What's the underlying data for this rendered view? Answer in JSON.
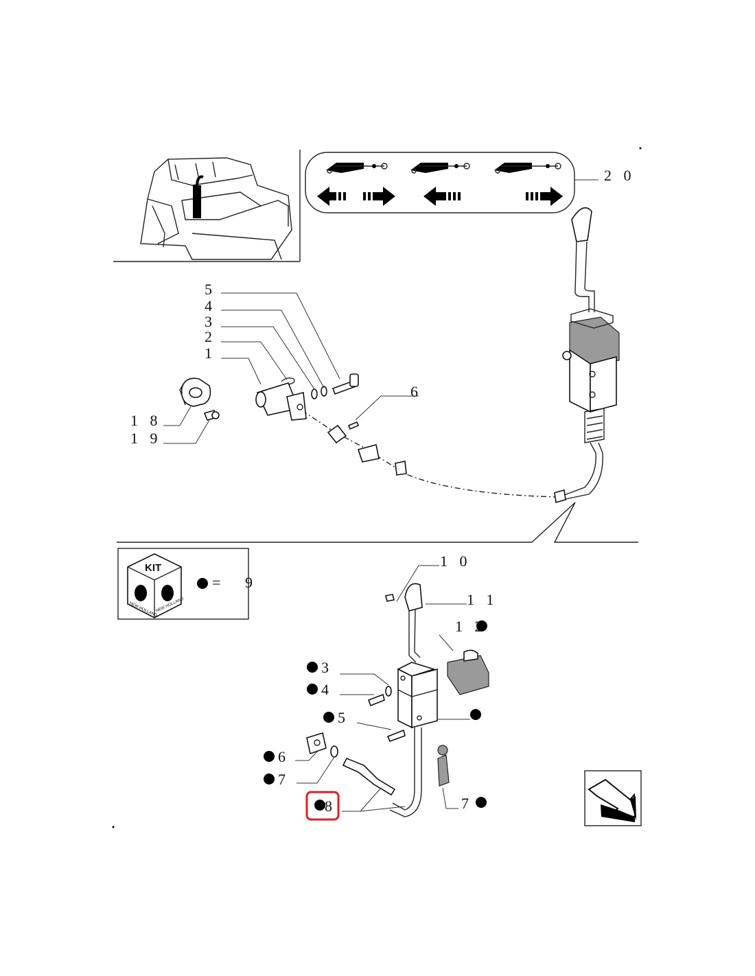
{
  "top_callouts": {
    "c1": "1",
    "c2": "2",
    "c3": "3",
    "c4": "4",
    "c5": "5",
    "c6": "6",
    "c18": "1 8",
    "c19": "1 9",
    "c20": "2 0"
  },
  "kit_box": {
    "badge": "KIT",
    "brand": "NEW HOLLAND",
    "equals": "=",
    "ref": "9"
  },
  "bottom_callouts": {
    "b10": "1 0",
    "b11": "1 1",
    "b12": "1 2",
    "b3": "3",
    "b4": "4",
    "b5": "5",
    "b6": "6",
    "b7": "7",
    "b8": "8",
    "b17": "7"
  },
  "highlight": {
    "target": "8",
    "color": "#e02020"
  },
  "icons": [
    "cab-inset-icon",
    "direction-arrows-icon",
    "kit-cube-icon",
    "next-page-arrow-icon"
  ]
}
